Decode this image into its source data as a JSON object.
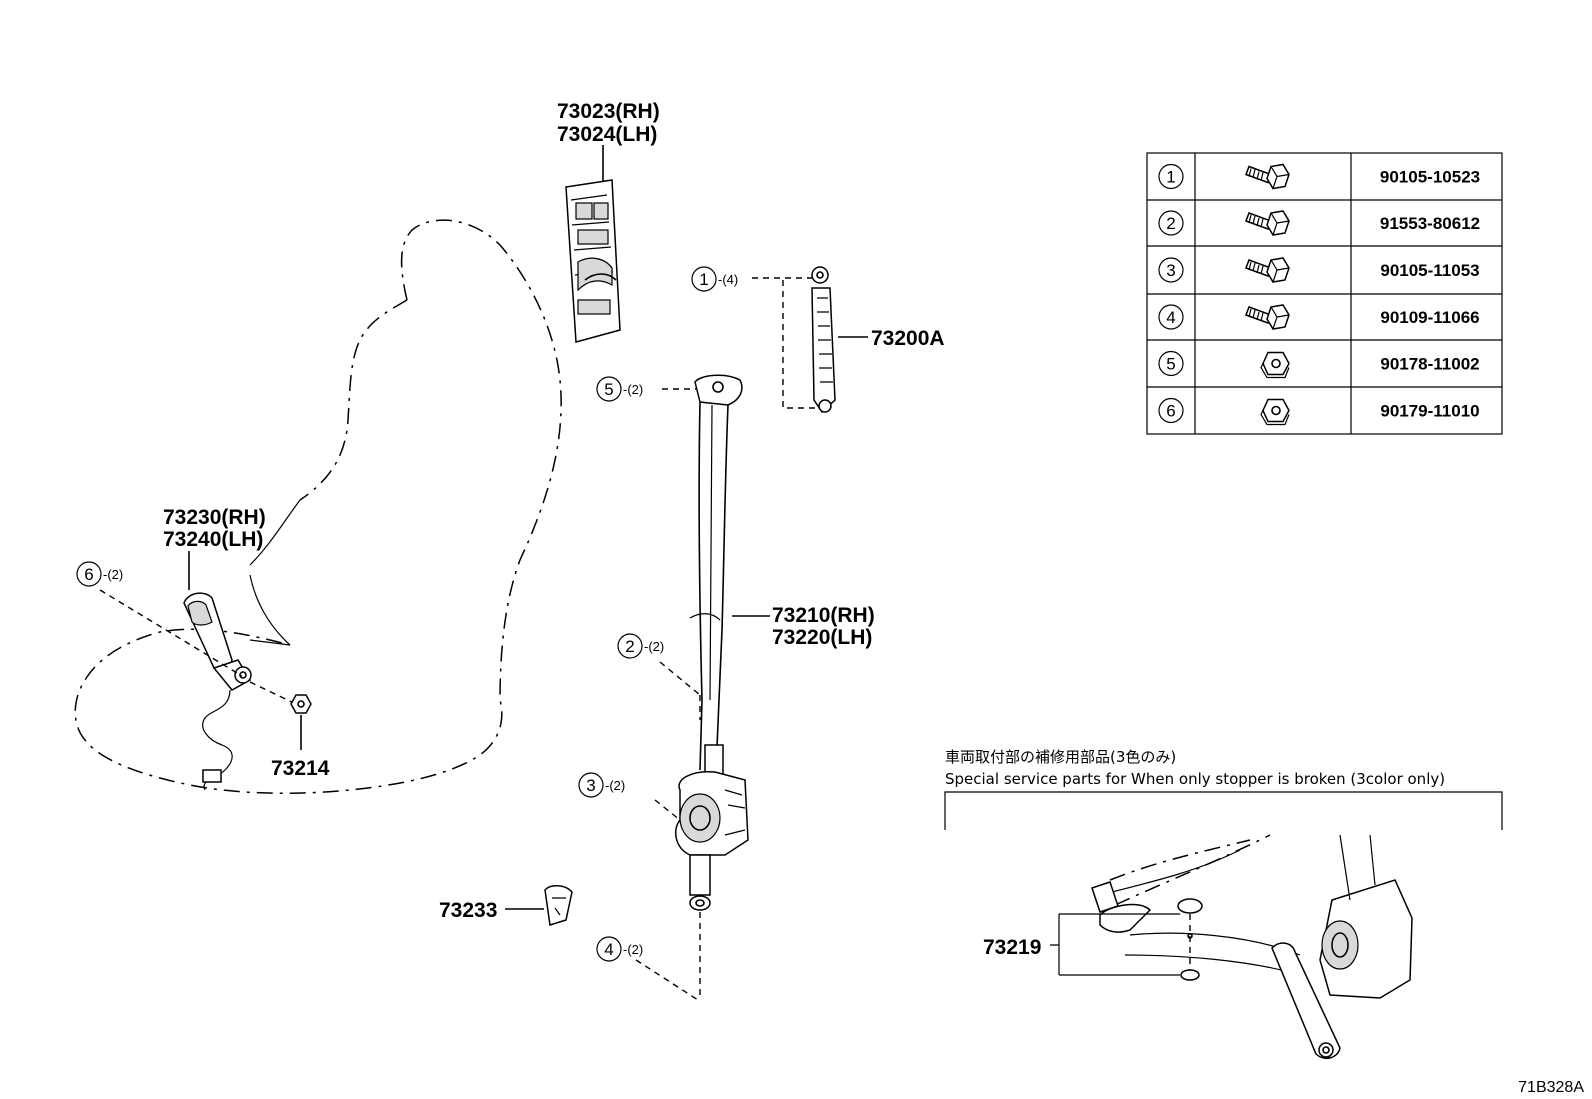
{
  "callouts": {
    "trim_rh": "73023(RH)",
    "trim_lh": "73024(LH)",
    "adjuster": "73200A",
    "buckle_rh": "73230(RH)",
    "buckle_lh": "73240(LH)",
    "nut": "73214",
    "belt_rh": "73210(RH)",
    "belt_lh": "73220(LH)",
    "cover": "73233",
    "stopper": "73219"
  },
  "refs": [
    {
      "num": "1",
      "qty": "-(4)"
    },
    {
      "num": "5",
      "qty": "-(2)"
    },
    {
      "num": "6",
      "qty": "-(2)"
    },
    {
      "num": "2",
      "qty": "-(2)"
    },
    {
      "num": "3",
      "qty": "-(2)"
    },
    {
      "num": "4",
      "qty": "-(2)"
    }
  ],
  "fastener_table": [
    {
      "num": "1",
      "icon": "bolt-icon",
      "part": "90105-10523"
    },
    {
      "num": "2",
      "icon": "bolt-icon",
      "part": "91553-80612"
    },
    {
      "num": "3",
      "icon": "bolt-icon",
      "part": "90105-11053"
    },
    {
      "num": "4",
      "icon": "bolt-icon",
      "part": "90109-11066"
    },
    {
      "num": "5",
      "icon": "nut-icon",
      "part": "90178-11002"
    },
    {
      "num": "6",
      "icon": "nut-icon",
      "part": "90179-11010"
    }
  ],
  "inset": {
    "title_jp": "車両取付部の補修用部品(3色のみ)",
    "title_en": "Special service parts for When only stopper is broken (3color only)"
  },
  "figure_id": "71B328A"
}
